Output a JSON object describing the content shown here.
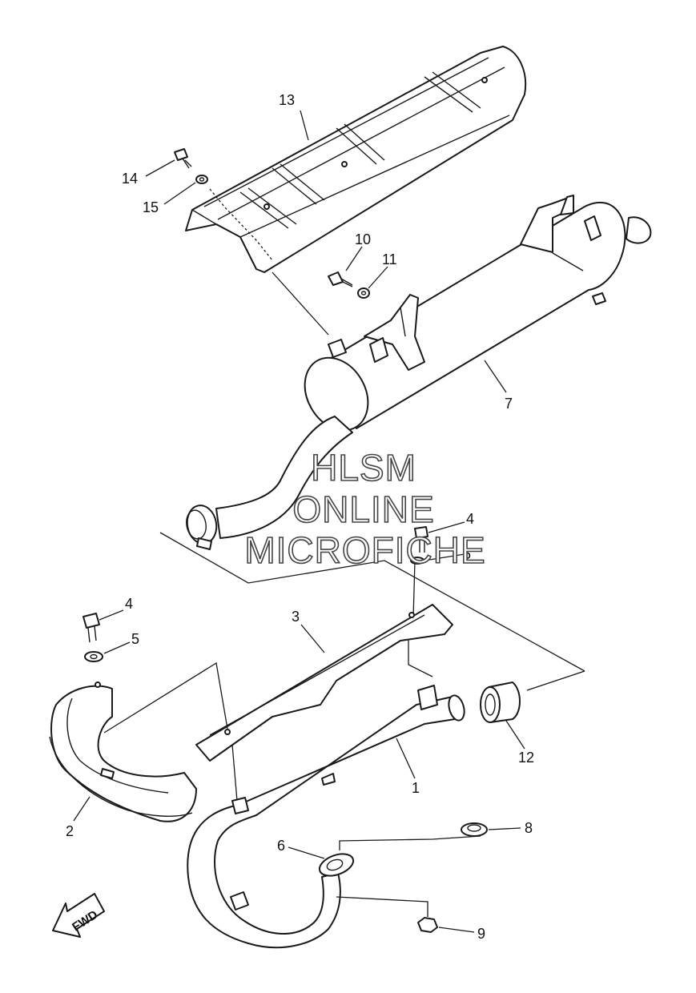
{
  "watermark": {
    "line1": "HLSM",
    "line2": "ONLINE",
    "line3": "MICROFICHE"
  },
  "direction_arrow": {
    "label": "FWD",
    "icon": "fwd-arrow-icon"
  },
  "callouts": {
    "c1": "1",
    "c2": "2",
    "c3": "3",
    "c4a": "4",
    "c4b": "4",
    "c5a": "5",
    "c5b": "5",
    "c6": "6",
    "c7": "7",
    "c8": "8",
    "c9": "9",
    "c10": "10",
    "c11": "11",
    "c12": "12",
    "c13": "13",
    "c14": "14",
    "c15": "15"
  },
  "colors": {
    "line": "#1a1a1a",
    "background": "#ffffff",
    "watermark_outline": "#444444"
  }
}
